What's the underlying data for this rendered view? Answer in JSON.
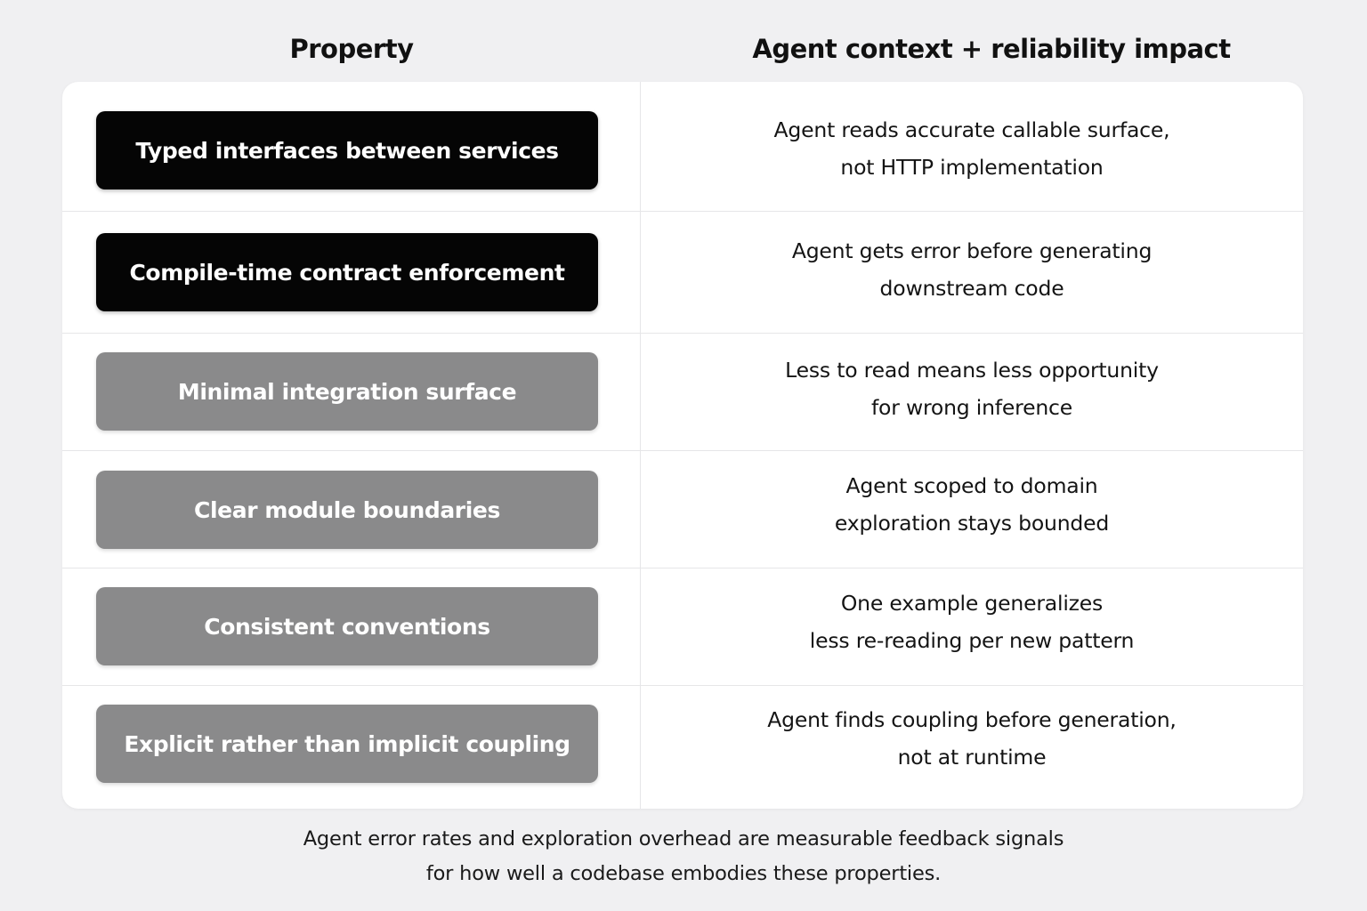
{
  "headers": {
    "property": "Property",
    "impact": "Agent context + reliability impact"
  },
  "rows": [
    {
      "property": "Typed interfaces between services",
      "style": "dark",
      "impact_line1": "Agent reads accurate callable surface,",
      "impact_line2": "not HTTP implementation"
    },
    {
      "property": "Compile-time contract enforcement",
      "style": "dark",
      "impact_line1": "Agent gets error before generating",
      "impact_line2": "downstream code"
    },
    {
      "property": "Minimal integration surface",
      "style": "grey",
      "impact_line1": "Less to read means less opportunity",
      "impact_line2": "for wrong inference"
    },
    {
      "property": "Clear module boundaries",
      "style": "grey",
      "impact_line1": "Agent scoped to domain",
      "impact_line2": "exploration stays bounded"
    },
    {
      "property": "Consistent conventions",
      "style": "grey",
      "impact_line1": "One example generalizes",
      "impact_line2": "less re-reading per new pattern"
    },
    {
      "property": "Explicit rather than implicit coupling",
      "style": "grey",
      "impact_line1": "Agent finds coupling before generation,",
      "impact_line2": "not at runtime"
    }
  ],
  "footer": {
    "line1": "Agent error rates and exploration overhead are measurable feedback signals",
    "line2": "for how well a codebase embodies these properties."
  },
  "colors": {
    "dark_pill": "#050505",
    "grey_pill": "#8a8a8b",
    "background": "#f0f0f2",
    "card": "#ffffff"
  }
}
